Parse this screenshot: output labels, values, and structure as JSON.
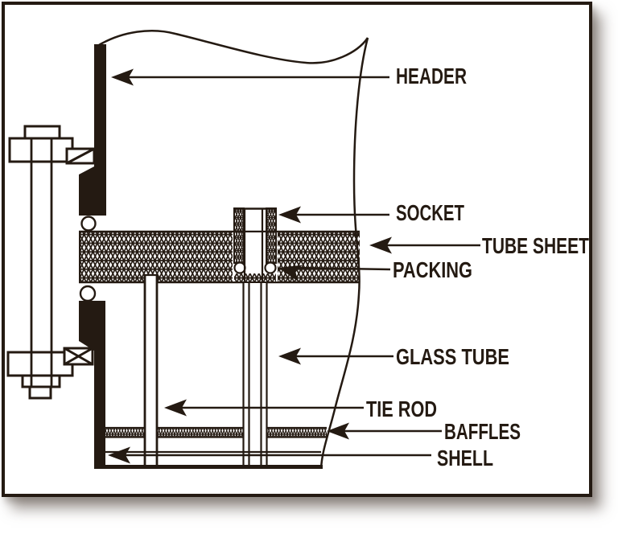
{
  "diagram": {
    "labels": {
      "header": "HEADER",
      "socket": "SOCKET",
      "tube_sheet": "TUBE SHEET",
      "packing": "PACKING",
      "glass_tube": "GLASS TUBE",
      "tie_rod": "TIE ROD",
      "baffles": "BAFFLES",
      "shell": "SHELL"
    },
    "colors": {
      "ink": "#241a12",
      "paper": "#ffffff",
      "shadow": "#a9a29c"
    }
  }
}
